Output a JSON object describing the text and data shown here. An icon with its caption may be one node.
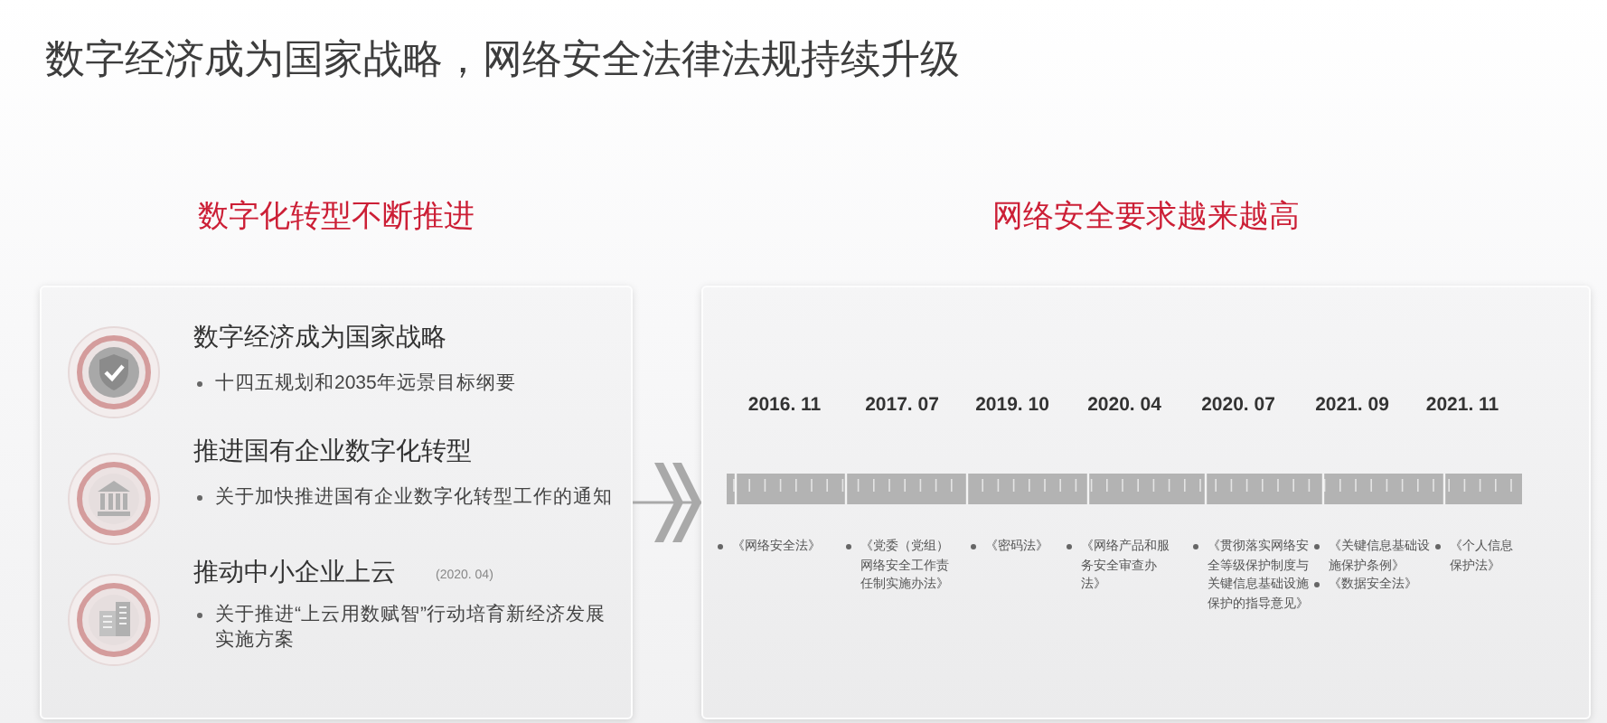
{
  "diagram": {
    "title": "数字经济成为国家战略，网络安全法律法规持续升级",
    "nodes": [
      {
        "text": [
          "数字化转型不断推进"
        ]
      },
      {
        "text": [
          "数字经济成为国家战略",
          "十四五规划和2035年远景目标纲要"
        ],
        "in": 0
      },
      {
        "text": [
          "推进国有企业数字化转型",
          "关于加快推进国有企业数字化转型工作的通知"
        ],
        "in": 0
      },
      {
        "text": [
          "推动中小企业上云",
          "关于推进“上云用数赋智”行动培育新经济发展实施方案"
        ],
        "in": 0
      },
      {
        "text": [
          "网络安全要求越来越高"
        ]
      }
    ],
    "edges": [
      {
        "from": 0,
        "to": 4,
        "arrow": "to"
      }
    ],
    "labels": [
      "(2020. 04)",
      "2016. 11",
      "2017. 07",
      "2019. 10",
      "2020. 04",
      "2020. 07",
      "2021. 09",
      "2021. 11",
      "《网络安全法》",
      "《党委（党组）网络安全工作责任制实施办法》",
      "《密码法》",
      "《网络产品和服务安全审查办法》",
      "《贯彻落实网络安全等级保护制度与关键信息基础设施保护的指导意见》",
      "《关键信息基础设施保护条例》",
      "《数据安全法》",
      "《个人信息保护法》"
    ]
  }
}
